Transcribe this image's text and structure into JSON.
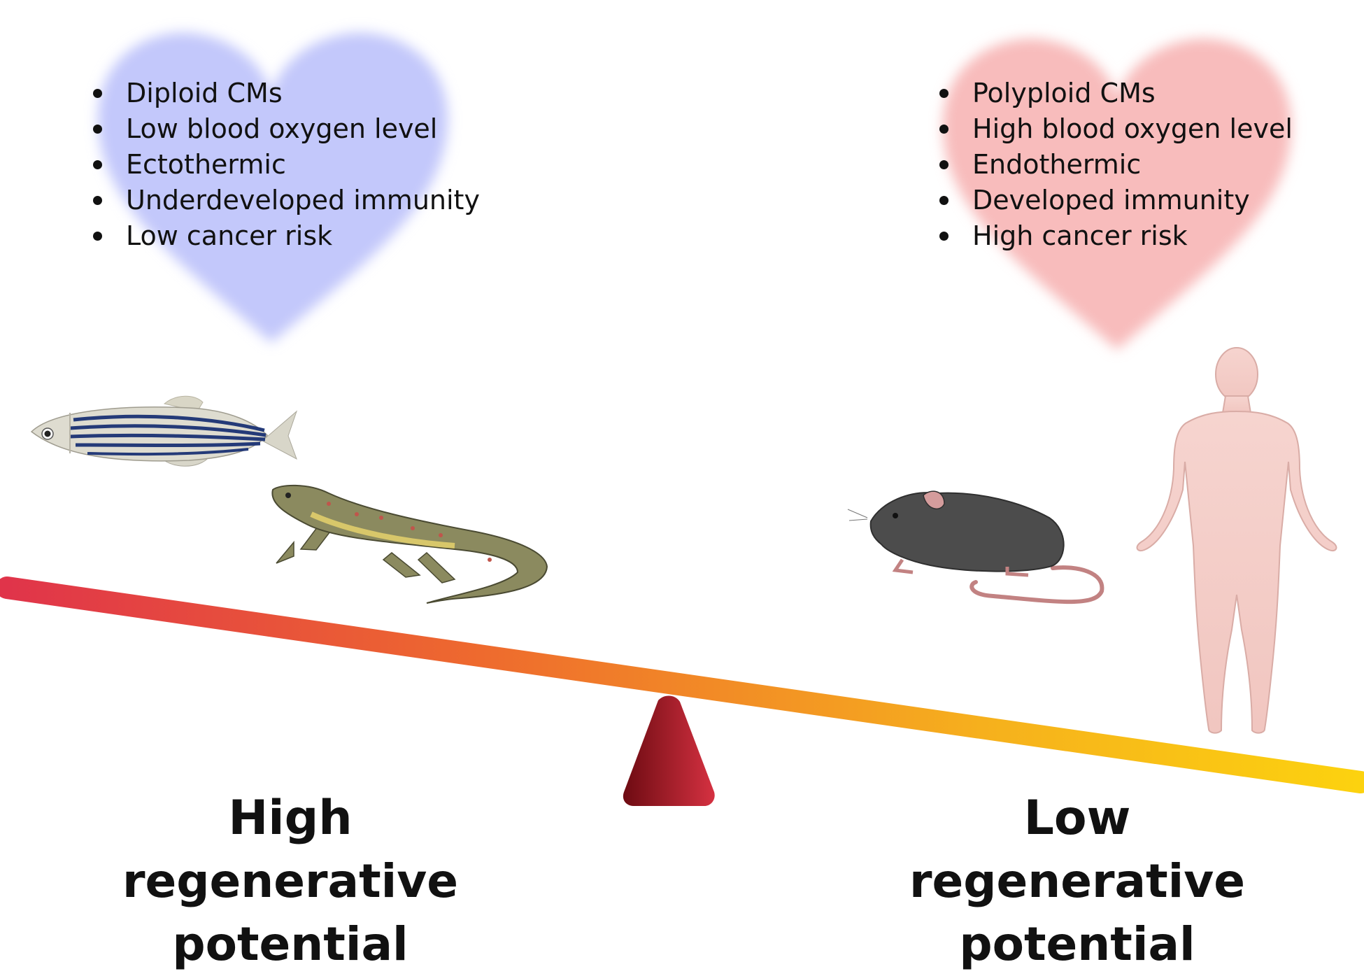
{
  "left_panel": {
    "heart_color": "#c3c8fb",
    "traits": [
      "Diploid CMs",
      "Low blood oxygen level",
      "Ectothermic",
      "Underdeveloped immunity",
      "Low cancer risk"
    ]
  },
  "right_panel": {
    "heart_color": "#f8bcbc",
    "traits": [
      "Polyploid CMs",
      "High blood oxygen level",
      "Endothermic",
      "Developed immunity",
      "High cancer risk"
    ]
  },
  "organisms": {
    "left": [
      "zebrafish-icon",
      "newt-icon"
    ],
    "right": [
      "mouse-icon",
      "human-icon"
    ]
  },
  "seesaw": {
    "gradient_colors": [
      "#e0344a",
      "#ee6a2e",
      "#f6b01d",
      "#fcd20f"
    ],
    "fulcrum_colors": [
      "#6d0b12",
      "#d53141"
    ]
  },
  "captions": {
    "high": {
      "line1": "High",
      "line2": "regenerative potential"
    },
    "low": {
      "line1": "Low",
      "line2": "regenerative potential"
    }
  }
}
